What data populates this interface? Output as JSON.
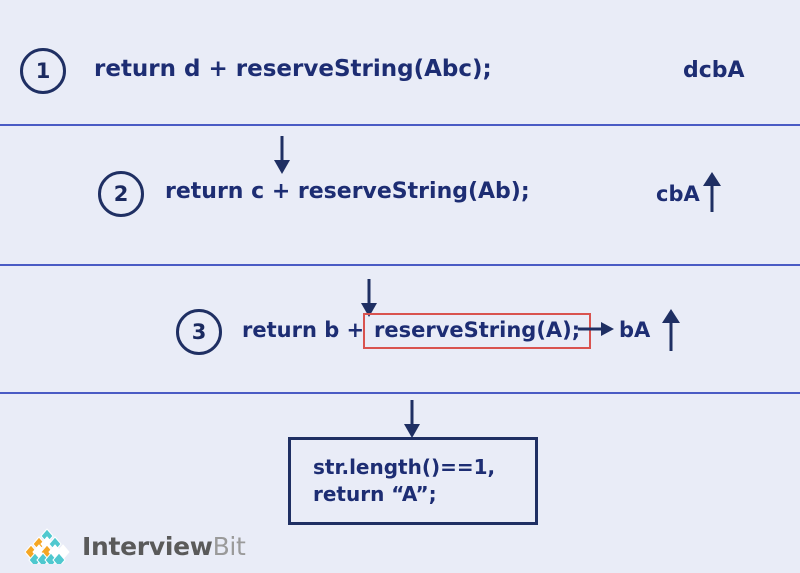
{
  "meta": {
    "background_color": "#e9ecf7",
    "ink_color": "#1d2d73",
    "divider_color": "#4a5bc4",
    "highlight_color": "#d9534f",
    "box_border_color": "#1f2f63"
  },
  "steps": [
    {
      "number": "1",
      "code": "return d + reserveString(Abc);",
      "result": "dcbA"
    },
    {
      "number": "2",
      "code": "return c + reserveString(Ab);",
      "result": "cbA"
    },
    {
      "number": "3",
      "code_prefix": "return b + ",
      "code_boxed": "reserveString(A);",
      "result": "bA"
    }
  ],
  "base_case": {
    "line1": "str.length()==1,",
    "line2": "return “A”;"
  },
  "logo": {
    "name_strong": "Interview",
    "name_light": "Bit"
  }
}
